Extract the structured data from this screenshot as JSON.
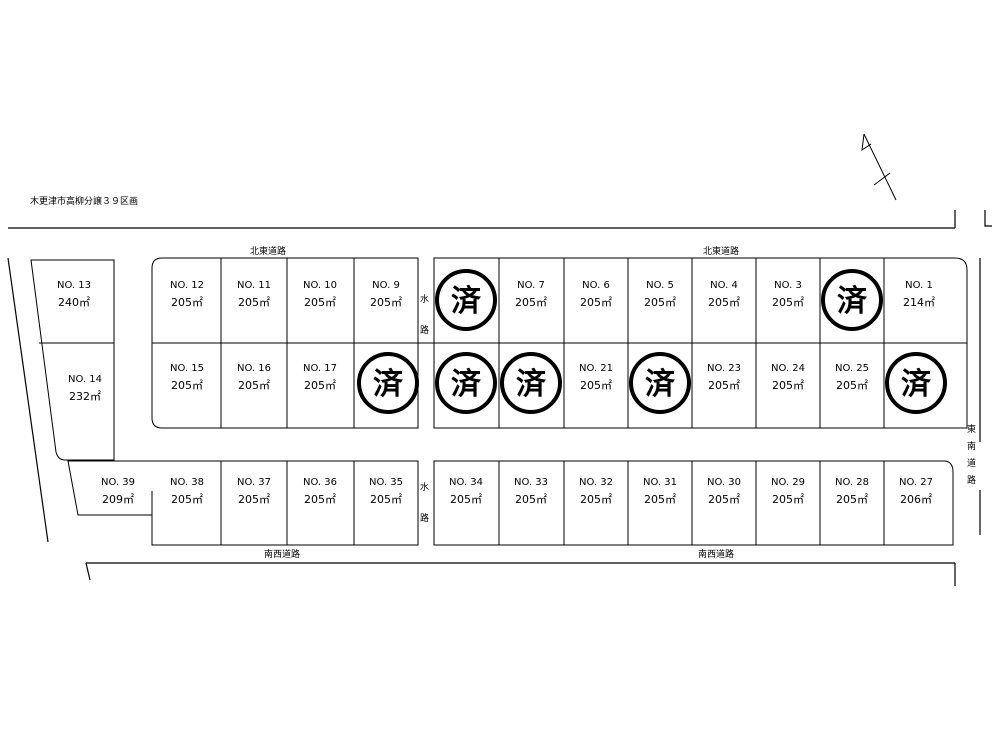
{
  "title": "木更津市高柳分譲３９区画",
  "roads": {
    "north_east": "北東道路",
    "south_west": "南西道路",
    "east_south": "東南道路",
    "waterway": "水路"
  },
  "sold_mark": "済",
  "lots": [
    {
      "no": "NO. 13",
      "area": "240㎡"
    },
    {
      "no": "NO. 12",
      "area": "205㎡"
    },
    {
      "no": "NO. 11",
      "area": "205㎡"
    },
    {
      "no": "NO. 10",
      "area": "205㎡"
    },
    {
      "no": "NO. 9",
      "area": "205㎡"
    },
    {
      "no": "",
      "area": "",
      "sold": true
    },
    {
      "no": "NO. 7",
      "area": "205㎡"
    },
    {
      "no": "NO. 6",
      "area": "205㎡"
    },
    {
      "no": "NO. 5",
      "area": "205㎡"
    },
    {
      "no": "NO. 4",
      "area": "205㎡"
    },
    {
      "no": "NO. 3",
      "area": "205㎡"
    },
    {
      "no": "",
      "area": "",
      "sold": true
    },
    {
      "no": "NO. 1",
      "area": "214㎡"
    },
    {
      "no": "NO. 14",
      "area": "232㎡"
    },
    {
      "no": "NO. 15",
      "area": "205㎡"
    },
    {
      "no": "NO. 16",
      "area": "205㎡"
    },
    {
      "no": "NO. 17",
      "area": "205㎡"
    },
    {
      "no": "",
      "area": "",
      "sold": true
    },
    {
      "no": "",
      "area": "",
      "sold": true
    },
    {
      "no": "",
      "area": "",
      "sold": true
    },
    {
      "no": "NO. 21",
      "area": "205㎡"
    },
    {
      "no": "",
      "area": "",
      "sold": true
    },
    {
      "no": "NO. 23",
      "area": "205㎡"
    },
    {
      "no": "NO. 24",
      "area": "205㎡"
    },
    {
      "no": "NO. 25",
      "area": "205㎡"
    },
    {
      "no": "",
      "area": "",
      "sold": true
    },
    {
      "no": "NO. 39",
      "area": "209㎡"
    },
    {
      "no": "NO. 38",
      "area": "205㎡"
    },
    {
      "no": "NO. 37",
      "area": "205㎡"
    },
    {
      "no": "NO. 36",
      "area": "205㎡"
    },
    {
      "no": "NO. 35",
      "area": "205㎡"
    },
    {
      "no": "NO. 34",
      "area": "205㎡"
    },
    {
      "no": "NO. 33",
      "area": "205㎡"
    },
    {
      "no": "NO. 32",
      "area": "205㎡"
    },
    {
      "no": "NO. 31",
      "area": "205㎡"
    },
    {
      "no": "NO. 30",
      "area": "205㎡"
    },
    {
      "no": "NO. 29",
      "area": "205㎡"
    },
    {
      "no": "NO. 28",
      "area": "205㎡"
    },
    {
      "no": "NO. 27",
      "area": "206㎡"
    }
  ]
}
